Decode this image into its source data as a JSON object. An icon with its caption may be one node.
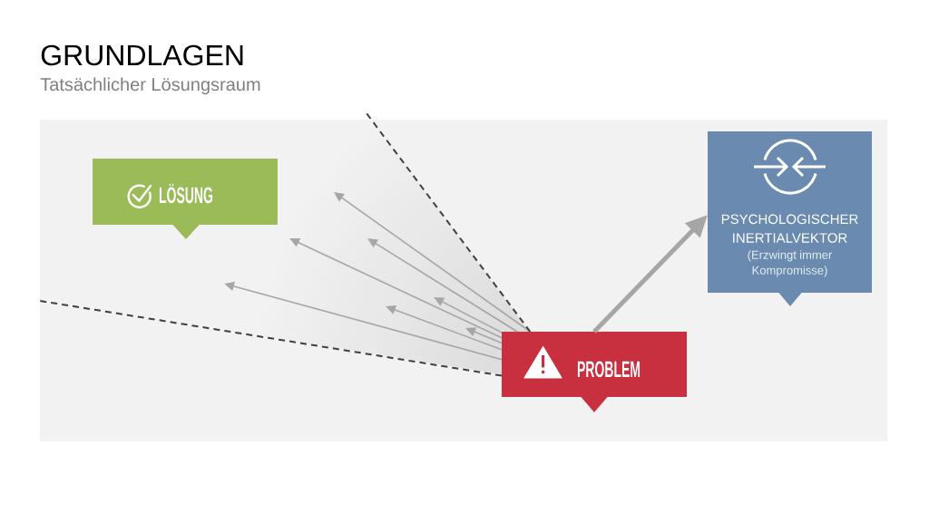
{
  "diagram": {
    "title": "GRUNDLAGEN",
    "nodes": [
      {
        "text": [
          "LÖSUNG"
        ]
      },
      {
        "text": [
          "PSYCHOLOGISCHER INERTIALVEKTOR",
          "(Erzwingt immer Kompromisse)"
        ]
      },
      {
        "text": [
          "PROBLEM"
        ]
      }
    ],
    "edges": [
      {
        "from": 2,
        "to": 1,
        "arrow": "to",
        "style": "thick"
      },
      {
        "from": 2,
        "to": null,
        "arrow": "to"
      },
      {
        "from": 2,
        "to": null,
        "arrow": "to"
      },
      {
        "from": 2,
        "to": null,
        "arrow": "to"
      },
      {
        "from": 2,
        "to": null,
        "arrow": "to"
      },
      {
        "from": 2,
        "to": null,
        "arrow": "to"
      },
      {
        "from": 2,
        "to": null,
        "arrow": "to"
      },
      {
        "from": 2,
        "to": null,
        "arrow": "to"
      },
      {
        "from": 2,
        "to": null,
        "arrow": "none",
        "style": "dashed",
        "color": "#404040"
      },
      {
        "from": 2,
        "to": null,
        "arrow": "none",
        "style": "dashed",
        "color": "#404040"
      }
    ],
    "labels": [
      "Tatsächlicher Lösungsraum"
    ]
  }
}
